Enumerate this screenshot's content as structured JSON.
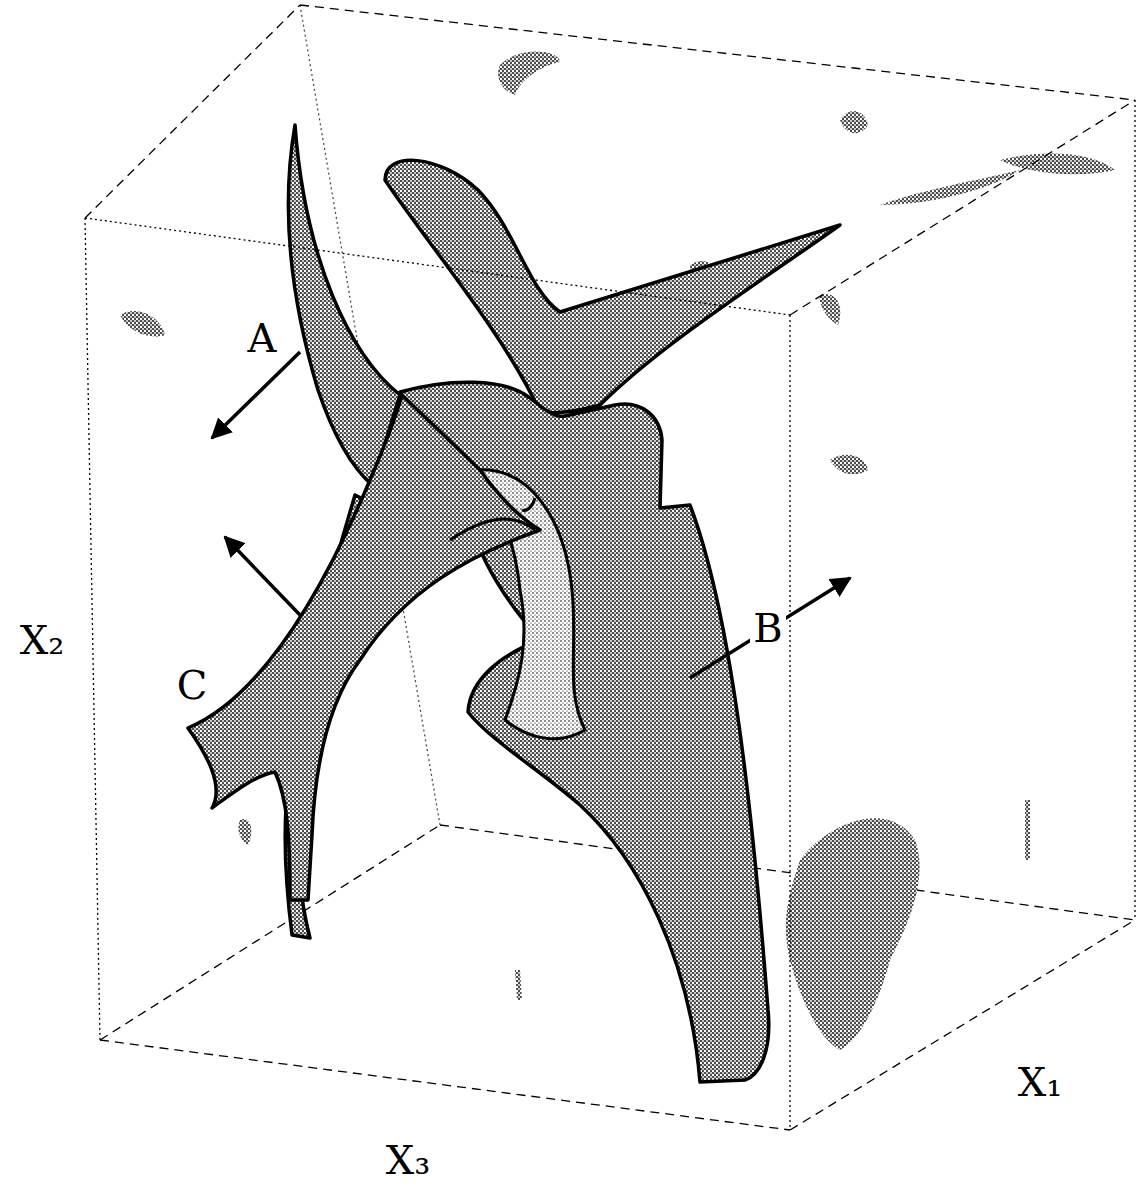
{
  "diagram": {
    "labels": [
      "A",
      "X₂",
      "C",
      "B",
      "X₃",
      "X₁"
    ]
  }
}
